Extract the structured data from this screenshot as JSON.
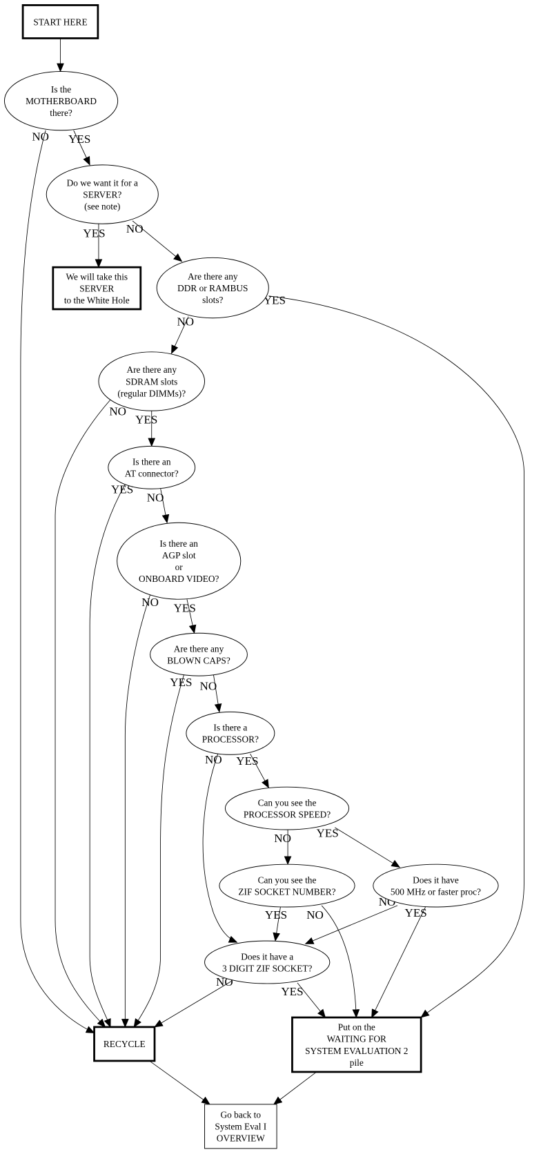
{
  "nodes": {
    "start": {
      "lines": [
        "START HERE"
      ]
    },
    "motherboard": {
      "lines": [
        "Is the",
        "MOTHERBOARD",
        "there?"
      ]
    },
    "server": {
      "lines": [
        "Do we want it for a",
        "SERVER?",
        "(see note)"
      ]
    },
    "white_hole": {
      "lines": [
        "We will take this",
        "SERVER",
        "to the White Hole"
      ]
    },
    "ddr": {
      "lines": [
        "Are there any",
        "DDR or RAMBUS",
        "slots?"
      ]
    },
    "sdram": {
      "lines": [
        "Are there any",
        "SDRAM slots",
        "(regular DIMMs)?"
      ]
    },
    "at": {
      "lines": [
        "Is there an",
        "AT connector?"
      ]
    },
    "agp": {
      "lines": [
        "Is there an",
        "AGP slot",
        "or",
        "ONBOARD VIDEO?"
      ]
    },
    "caps": {
      "lines": [
        "Are there any",
        "BLOWN CAPS?"
      ]
    },
    "processor": {
      "lines": [
        "Is there a",
        "PROCESSOR?"
      ]
    },
    "speed": {
      "lines": [
        "Can you see the",
        "PROCESSOR SPEED?"
      ]
    },
    "zif_number": {
      "lines": [
        "Can you see the",
        "ZIF SOCKET NUMBER?"
      ]
    },
    "mhz500": {
      "lines": [
        "Does it have",
        "500 MHz or faster proc?"
      ]
    },
    "zif3": {
      "lines": [
        "Does it have a",
        "3 DIGIT ZIF SOCKET?"
      ]
    },
    "recycle": {
      "lines": [
        "RECYCLE"
      ]
    },
    "waiting": {
      "lines": [
        "Put on the",
        "WAITING FOR",
        "SYSTEM EVALUATION 2",
        "pile"
      ]
    },
    "go_back": {
      "lines": [
        "Go back to",
        "System Eval I",
        "OVERVIEW"
      ]
    }
  },
  "edges": [
    {
      "from": "start",
      "to": "motherboard",
      "label": ""
    },
    {
      "from": "motherboard",
      "to": "server",
      "label": "YES"
    },
    {
      "from": "motherboard",
      "to": "recycle",
      "label": "NO"
    },
    {
      "from": "server",
      "to": "white_hole",
      "label": "YES"
    },
    {
      "from": "server",
      "to": "ddr",
      "label": "NO"
    },
    {
      "from": "ddr",
      "to": "sdram",
      "label": "NO"
    },
    {
      "from": "ddr",
      "to": "waiting",
      "label": "YES"
    },
    {
      "from": "sdram",
      "to": "at",
      "label": "YES"
    },
    {
      "from": "sdram",
      "to": "recycle",
      "label": "NO"
    },
    {
      "from": "at",
      "to": "agp",
      "label": "NO"
    },
    {
      "from": "at",
      "to": "recycle",
      "label": "YES"
    },
    {
      "from": "agp",
      "to": "caps",
      "label": "YES"
    },
    {
      "from": "agp",
      "to": "recycle",
      "label": "NO"
    },
    {
      "from": "caps",
      "to": "processor",
      "label": "NO"
    },
    {
      "from": "caps",
      "to": "recycle",
      "label": "YES"
    },
    {
      "from": "processor",
      "to": "speed",
      "label": "YES"
    },
    {
      "from": "processor",
      "to": "zif3",
      "label": "NO"
    },
    {
      "from": "speed",
      "to": "zif_number",
      "label": "NO"
    },
    {
      "from": "speed",
      "to": "mhz500",
      "label": "YES"
    },
    {
      "from": "zif_number",
      "to": "zif3",
      "label": "YES"
    },
    {
      "from": "zif_number",
      "to": "waiting",
      "label": "NO"
    },
    {
      "from": "mhz500",
      "to": "zif3",
      "label": "NO"
    },
    {
      "from": "mhz500",
      "to": "waiting",
      "label": "YES"
    },
    {
      "from": "zif3",
      "to": "recycle",
      "label": "NO"
    },
    {
      "from": "zif3",
      "to": "waiting",
      "label": "YES"
    },
    {
      "from": "recycle",
      "to": "go_back",
      "label": ""
    },
    {
      "from": "waiting",
      "to": "go_back",
      "label": ""
    }
  ]
}
